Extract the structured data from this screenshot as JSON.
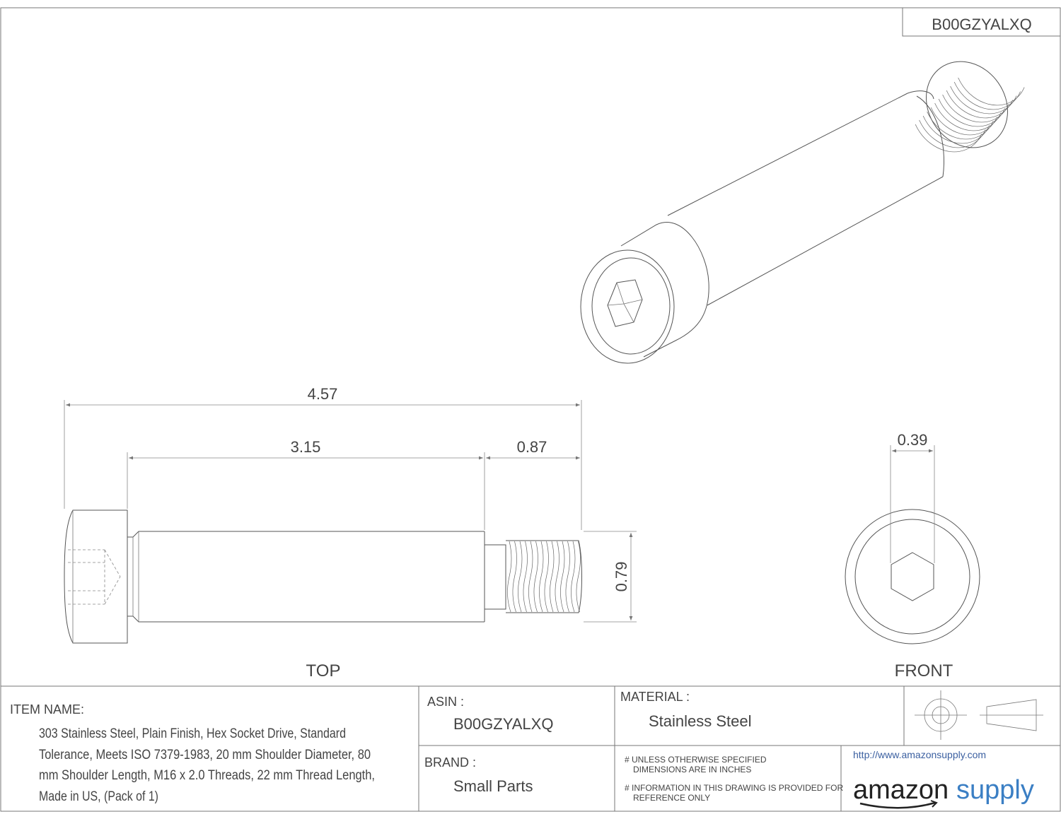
{
  "header": {
    "part_number": "B00GZYALXQ"
  },
  "dimensions": {
    "overall_length": "4.57",
    "shoulder_length": "3.15",
    "thread_length": "0.87",
    "shoulder_diameter": "0.79",
    "hex_size": "0.39"
  },
  "views": {
    "top": "TOP",
    "front": "FRONT"
  },
  "title_block": {
    "item_name_label": "ITEM NAME:",
    "item_name_lines": [
      "303 Stainless Steel, Plain Finish, Hex Socket Drive, Standard",
      "Tolerance, Meets ISO 7379-1983, 20 mm Shoulder Diameter, 80",
      "mm Shoulder Length, M16 x 2.0 Threads, 22 mm  Thread Length,",
      "Made in US, (Pack of 1)"
    ],
    "asin_label": "ASIN :",
    "asin_value": "B00GZYALXQ",
    "brand_label": "BRAND :",
    "brand_value": "Small Parts",
    "material_label": "MATERIAL :",
    "material_value": "Stainless Steel",
    "notes": [
      "# UNLESS OTHERWISE SPECIFIED",
      "DIMENSIONS ARE IN INCHES",
      "# INFORMATION IN THIS DRAWING IS PROVIDED FOR",
      "REFERENCE ONLY"
    ],
    "url": "http://www.amazonsupply.com",
    "logo_left": "amazon",
    "logo_right": "supply"
  }
}
